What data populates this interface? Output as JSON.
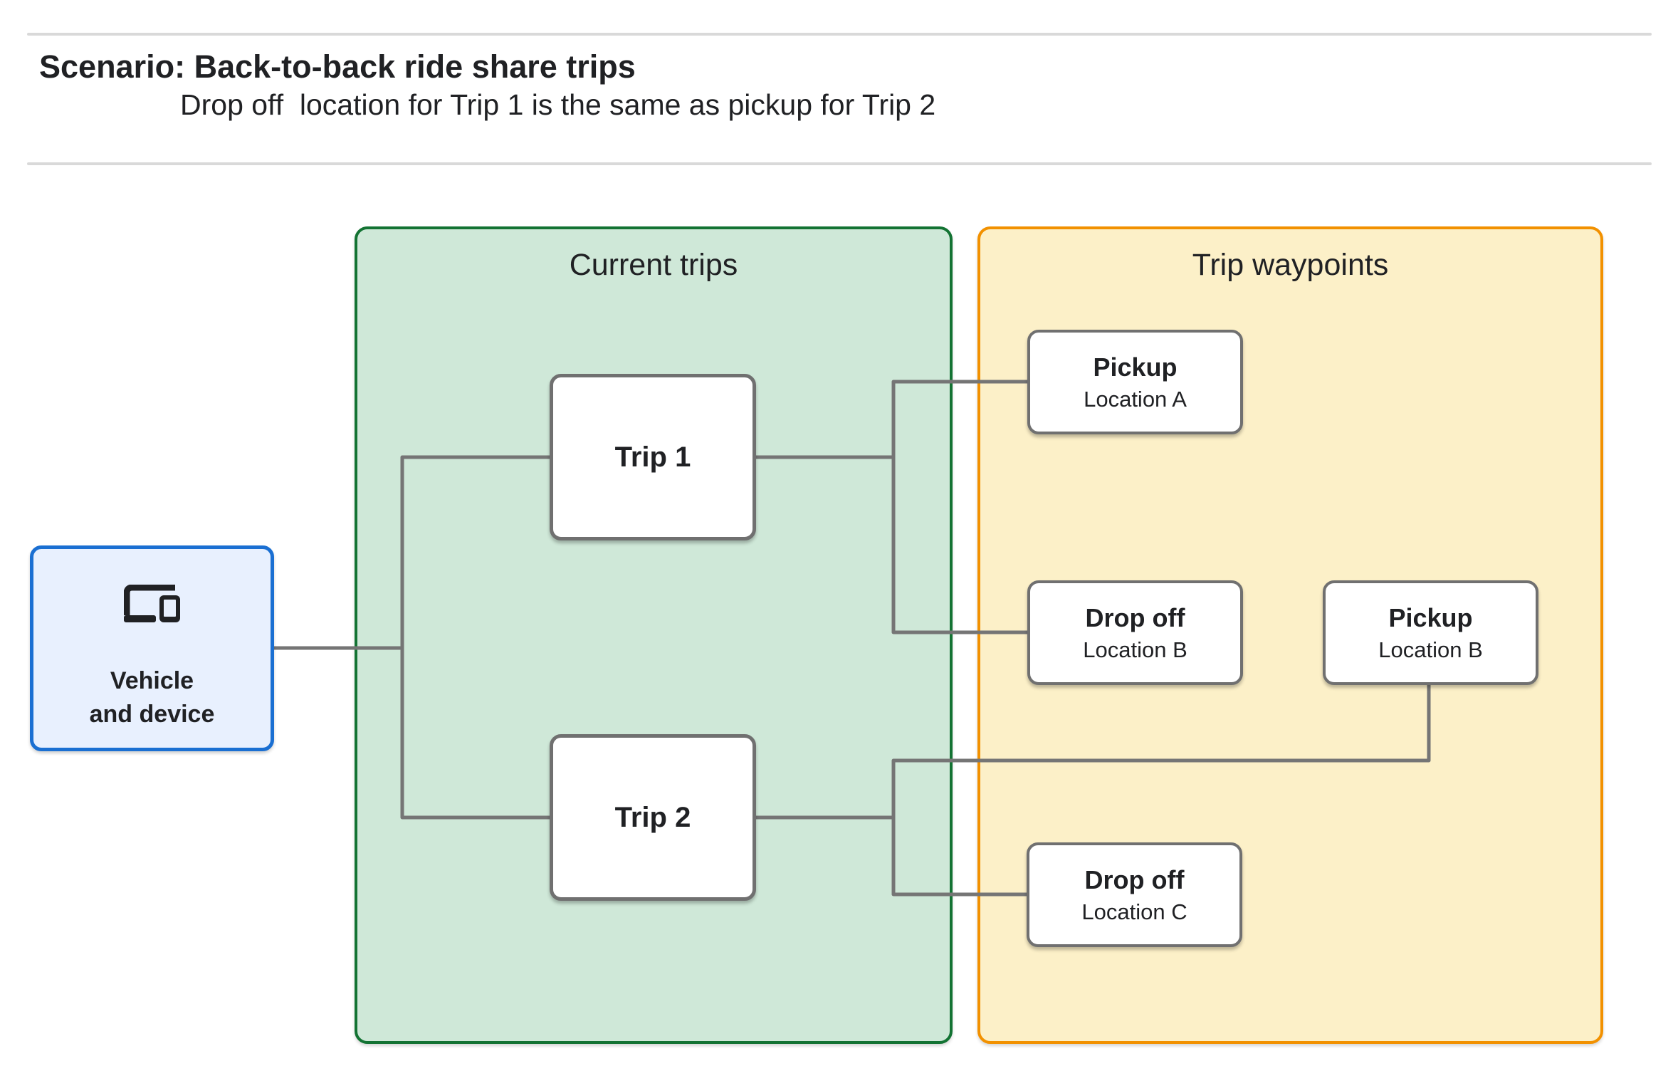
{
  "header": {
    "title": "Scenario: Back-to-back ride share trips",
    "subtitle": "Drop off  location for Trip 1 is the same as pickup for Trip 2"
  },
  "vehicle": {
    "icon": "devices-icon",
    "label_line1": "Vehicle",
    "label_line2": "and device"
  },
  "groups": {
    "current_trips": {
      "title": "Current trips",
      "trips": [
        {
          "label": "Trip 1"
        },
        {
          "label": "Trip 2"
        }
      ]
    },
    "trip_waypoints": {
      "title": "Trip waypoints",
      "waypoints": [
        {
          "type": "Pickup",
          "location": "Location A"
        },
        {
          "type": "Drop off",
          "location": "Location B"
        },
        {
          "type": "Pickup",
          "location": "Location B"
        },
        {
          "type": "Drop off",
          "location": "Location C"
        }
      ]
    }
  },
  "colors": {
    "current_trips_fill": "#cfe8d8",
    "current_trips_border": "#137333",
    "trip_waypoints_fill": "#fcf0c8",
    "trip_waypoints_border": "#f29100",
    "vehicle_fill": "#e8f0fe",
    "vehicle_border": "#1a6fd2",
    "node_border": "#707070",
    "connector": "#757575",
    "divider": "#d9d9d9",
    "text": "#202124"
  }
}
